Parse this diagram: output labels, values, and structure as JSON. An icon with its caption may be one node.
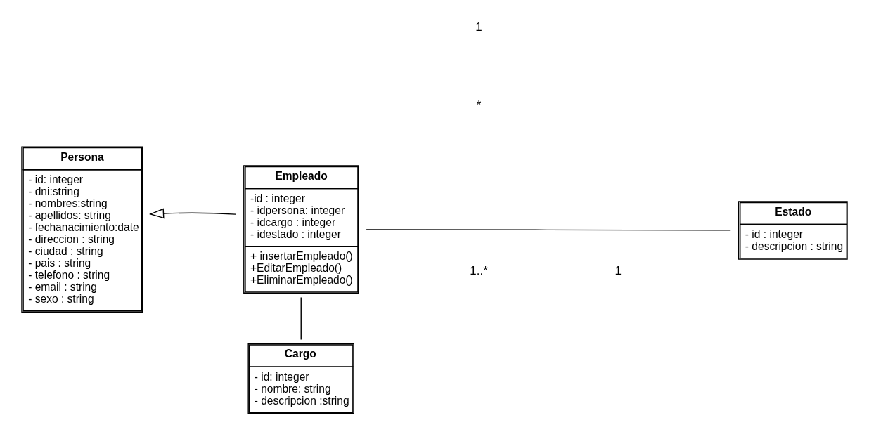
{
  "diagram": {
    "nodes": [
      {
        "text": [
          "Persona",
          "- id: integer",
          "- dni:string",
          "- nombres:string",
          "- apellidos: string",
          "- fechanacimiento:date",
          "- direccion : string",
          "- ciudad : string",
          "- pais : string",
          "- telefono : string",
          "- email : string",
          "- sexo : string"
        ]
      },
      {
        "text": [
          "Empleado",
          "-id : integer",
          "- idpersona: integer",
          "- idcargo : integer",
          "- idestado : integer",
          "+ insertarEmpleado()",
          "+EditarEmpleado()",
          "+EliminarEmpleado()"
        ]
      },
      {
        "text": [
          "Estado",
          "- id : integer",
          "- descripcion : string"
        ]
      },
      {
        "text": [
          "Cargo",
          "- id: integer",
          "- nombre: string",
          "- descripcion :string"
        ]
      }
    ],
    "edges": [
      {
        "from": 1,
        "to": 0,
        "arrow": "to"
      },
      {
        "from": 1,
        "to": 2,
        "arrow": "none"
      },
      {
        "from": 1,
        "to": 3,
        "arrow": "none"
      }
    ],
    "labels": [
      "1..*",
      "1",
      "1",
      "*"
    ]
  }
}
